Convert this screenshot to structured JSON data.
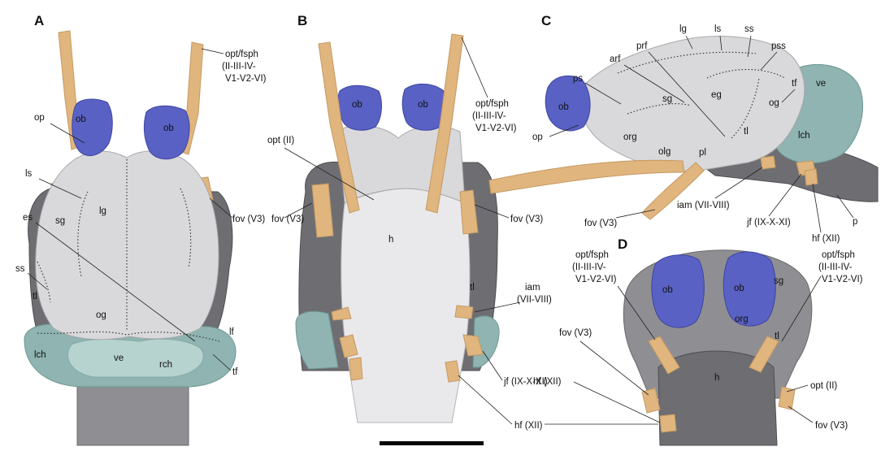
{
  "panels": {
    "a": {
      "letter": "A",
      "labels": {
        "ob": "ob",
        "op": "op",
        "ls": "ls",
        "lg": "lg",
        "sg": "sg",
        "es": "es",
        "ss": "ss",
        "tl": "tl",
        "og": "og",
        "lf": "lf",
        "tf": "tf",
        "lch": "lch",
        "ve": "ve",
        "rch": "rch",
        "fov": "fov (V3)",
        "opt_fsph": [
          "opt/fsph",
          "(II-III-IV-",
          "V1-V2-VI)"
        ]
      }
    },
    "b": {
      "letter": "B",
      "labels": {
        "ob": "ob",
        "opt": "opt (II)",
        "h": "h",
        "tl": "tl",
        "fov": "fov (V3)",
        "iam": [
          "iam",
          "(VII-VIII)"
        ],
        "jf": "jf (IX-X-XI)",
        "hf": "hf (XII)",
        "opt_fsph": [
          "opt/fsph",
          "(II-III-IV-",
          "V1-V2-VI)"
        ]
      }
    },
    "c": {
      "letter": "C",
      "labels": {
        "lg": "lg",
        "ls": "ls",
        "ss": "ss",
        "pss": "pss",
        "prf": "prf",
        "arf": "arf",
        "ps": "ps",
        "tf": "tf",
        "ve": "ve",
        "sg": "sg",
        "eg": "eg",
        "og": "og",
        "ob": "ob",
        "op": "op",
        "org": "org",
        "olg": "olg",
        "pl": "pl",
        "tl": "tl",
        "lch": "lch",
        "iam": "iam (VII-VIII)",
        "jf": "jf (IX-X-XI)",
        "hf": "hf (XII)",
        "fov": "fov (V3)",
        "p": "p"
      }
    },
    "d": {
      "letter": "D",
      "labels": {
        "ob": "ob",
        "sg": "sg",
        "org": "org",
        "tl": "tl",
        "h": "h",
        "fov": "fov (V3)",
        "opt": "opt (II)",
        "opt_fsph_left": [
          "opt/fsph",
          "(II-III-IV-",
          "V1-V2-VI)"
        ],
        "opt_fsph_right": [
          "opt/fsph",
          "(II-III-IV-",
          "V1-V2-VI)"
        ]
      }
    }
  },
  "scale_bar": {
    "label": ""
  },
  "colors": {
    "nerve": "#e0b57e",
    "olfactory_bulb": "#5961c4",
    "brain": "#d9d9db",
    "inner_ear": "#8fb4b1",
    "base": "#6e6e72"
  }
}
